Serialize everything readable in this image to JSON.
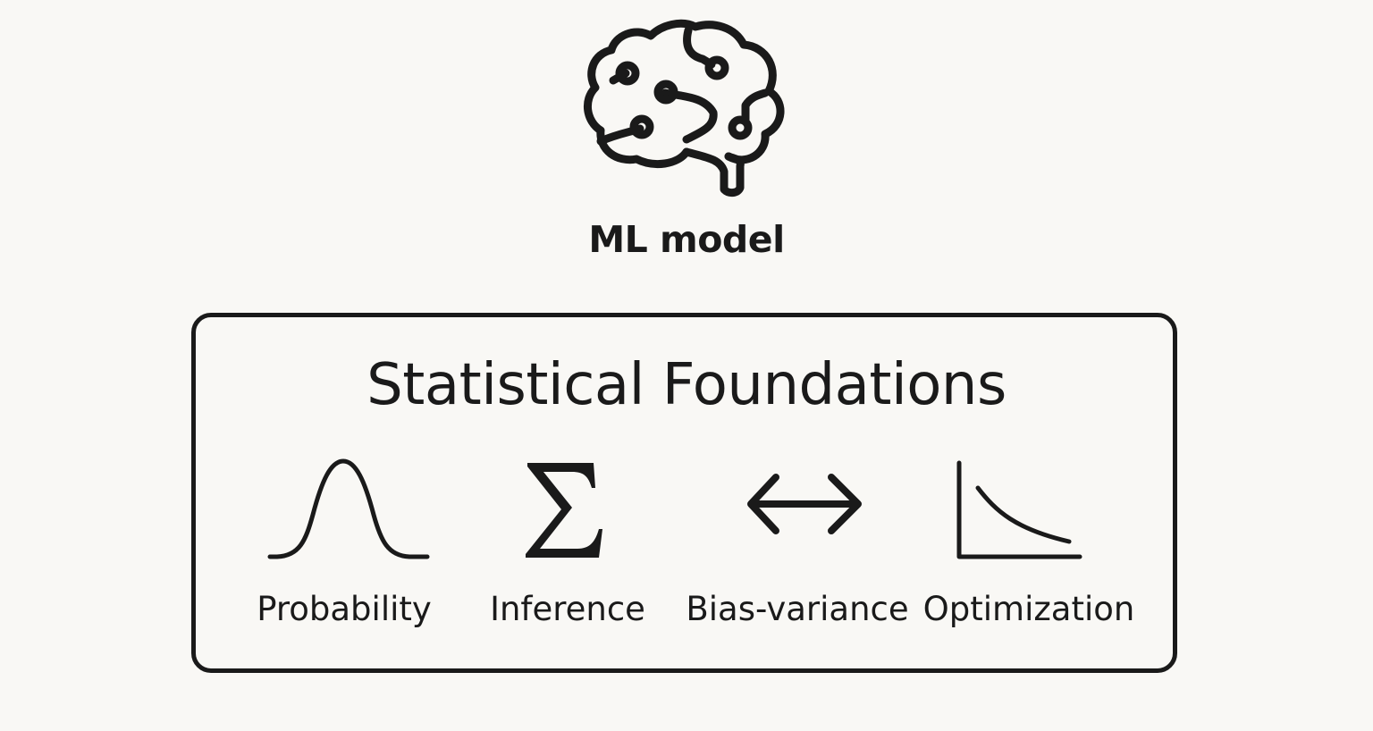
{
  "header": {
    "icon": "brain-circuit-icon",
    "label": "ML model"
  },
  "foundations": {
    "title": "Statistical Foundations",
    "items": [
      {
        "icon": "bell-curve-icon",
        "label": "Probability"
      },
      {
        "icon": "sigma-icon",
        "label": "Inference"
      },
      {
        "icon": "double-arrow-icon",
        "label": "Bias-variance"
      },
      {
        "icon": "decay-curve-icon",
        "label": "Optimization"
      }
    ]
  },
  "colors": {
    "background": "#f9f8f5",
    "ink": "#1a1a1a"
  }
}
